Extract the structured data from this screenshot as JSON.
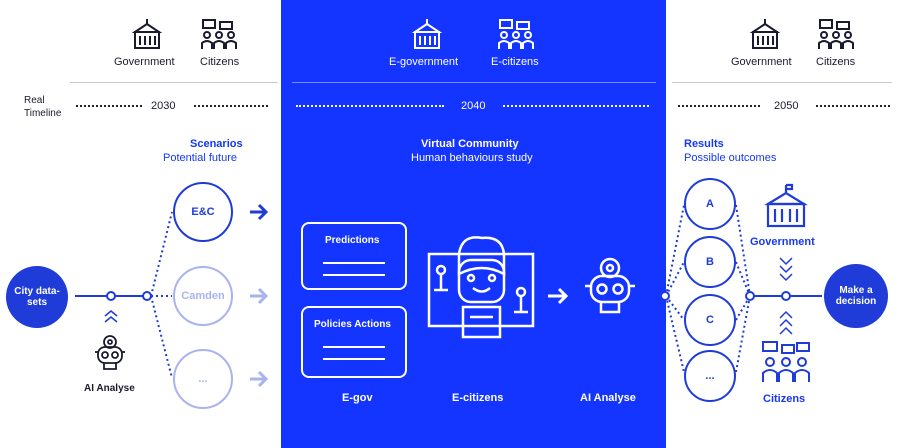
{
  "left": {
    "government_label": "Government",
    "citizens_label": "Citizens",
    "real_label": "Real",
    "timeline_label": "Timeline",
    "year": "2030",
    "scenarios_title": "Scenarios",
    "scenarios_subtitle": "Potential future",
    "city_datasets": "City data-sets",
    "ai_analyse": "AI Analyse",
    "scenario_items": [
      "E&C",
      "Camden",
      "..."
    ]
  },
  "middle": {
    "government_label": "E-government",
    "citizens_label": "E-citizens",
    "year": "2040",
    "title": "Virtual Community",
    "subtitle": "Human behaviours study",
    "predictions": "Predictions",
    "policies_actions": "Policies Actions",
    "egov_label": "E-gov",
    "ecitizens_label": "E-citizens",
    "ai_analyse": "AI Analyse"
  },
  "right": {
    "government_label": "Government",
    "citizens_label": "Citizens",
    "year": "2050",
    "results_title": "Results",
    "results_subtitle": "Possible outcomes",
    "outcomes": [
      "A",
      "B",
      "C",
      "..."
    ],
    "government_node": "Government",
    "citizens_node": "Citizens",
    "decision": "Make a decision"
  },
  "colors": {
    "accent": "#1434ff",
    "dark_blue": "#1f3bd8",
    "faded": "#a9b3ee"
  }
}
